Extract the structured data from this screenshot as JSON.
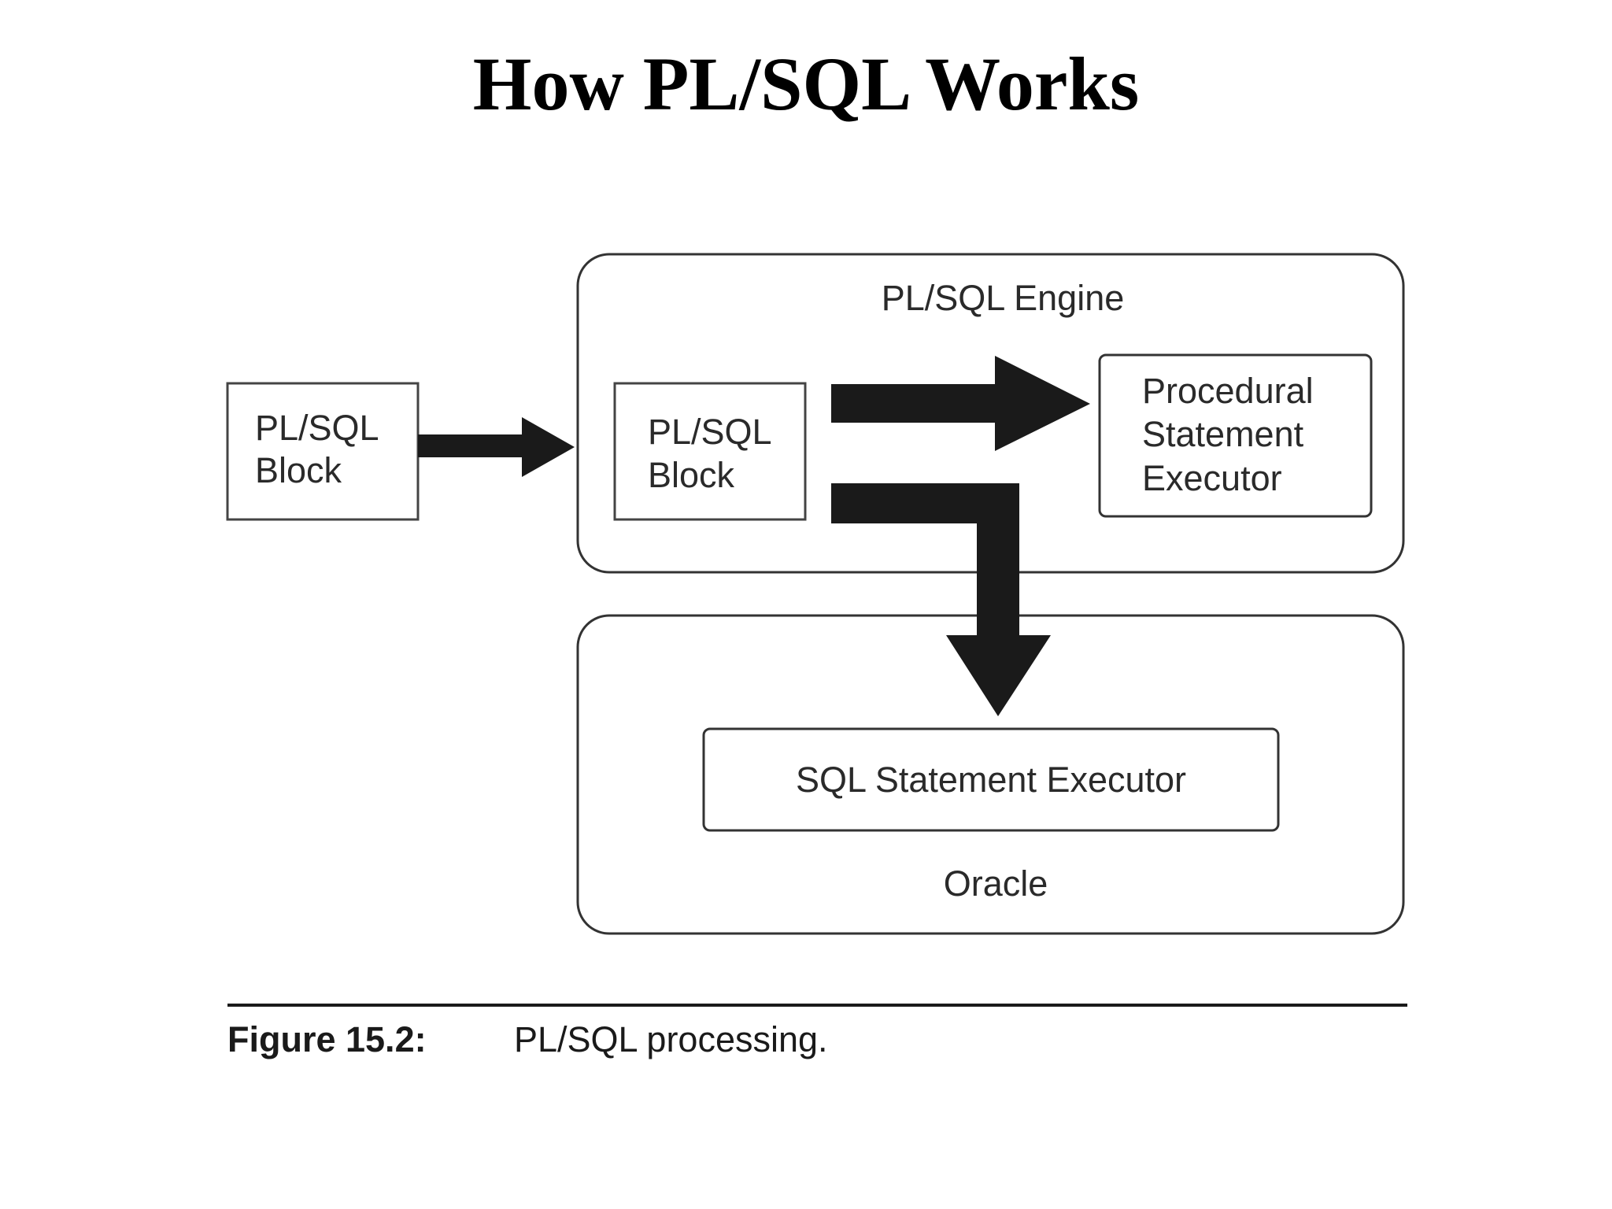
{
  "title": "How PL/SQL Works",
  "diagram": {
    "external_block": {
      "line1": "PL/SQL",
      "line2": "Block"
    },
    "engine": {
      "label": "PL/SQL Engine",
      "inner_block": {
        "line1": "PL/SQL",
        "line2": "Block"
      },
      "procedural_executor": {
        "line1": "Procedural",
        "line2": "Statement",
        "line3": "Executor"
      }
    },
    "oracle": {
      "label": "Oracle",
      "sql_executor": "SQL Statement Executor"
    }
  },
  "caption": {
    "number": "Figure 15.2:",
    "text": "PL/SQL processing."
  }
}
